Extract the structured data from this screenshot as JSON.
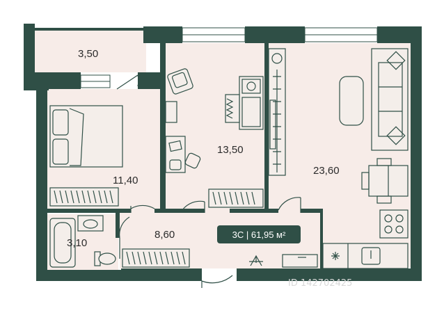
{
  "colors": {
    "wall": "#2f4f46",
    "floor": "#f7ece8",
    "window": "#ffffff",
    "furniture_stroke": "#2f4f46",
    "badge_bg": "#2f4f46",
    "badge_text": "#ffffff"
  },
  "rooms": {
    "balcony": {
      "area": "3,50"
    },
    "bedroom": {
      "area": "11,40"
    },
    "room2": {
      "area": "13,50"
    },
    "living": {
      "area": "23,60"
    },
    "bathroom": {
      "area": "3,10"
    },
    "hall": {
      "area": "8,60"
    }
  },
  "badge": {
    "text": "3С | 61,95 м²"
  },
  "watermark": {
    "text": "ID 142702425"
  },
  "icons": [
    "bed-icon",
    "armchair-icon",
    "desk-icon",
    "washing-machine-icon",
    "sofa-icon",
    "dining-table-icon",
    "stove-icon",
    "sink-icon",
    "bathtub-icon",
    "toilet-icon",
    "radiator-icon",
    "lamp-icon",
    "door-icon"
  ]
}
